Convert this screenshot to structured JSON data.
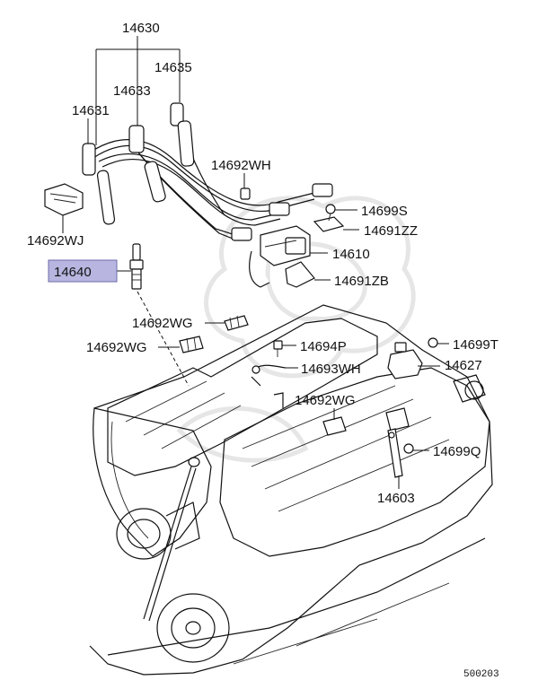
{
  "diagram": {
    "ref_code": "500203",
    "highlight_color": "#b8b6e0",
    "labels": {
      "p14630": "14630",
      "p14635": "14635",
      "p14633": "14633",
      "p14631": "14631",
      "p14692WH": "14692WH",
      "p14699S": "14699S",
      "p14691ZZ": "14691ZZ",
      "p14692WJ": "14692WJ",
      "p14610": "14610",
      "p14640": "14640",
      "p14691ZB": "14691ZB",
      "p14692WG_a": "14692WG",
      "p14692WG_b": "14692WG",
      "p14694P": "14694P",
      "p14699T": "14699T",
      "p14693WH": "14693WH",
      "p14627": "14627",
      "p14692WG_c": "14692WG",
      "p14699Q": "14699Q",
      "p14603": "14603"
    }
  }
}
